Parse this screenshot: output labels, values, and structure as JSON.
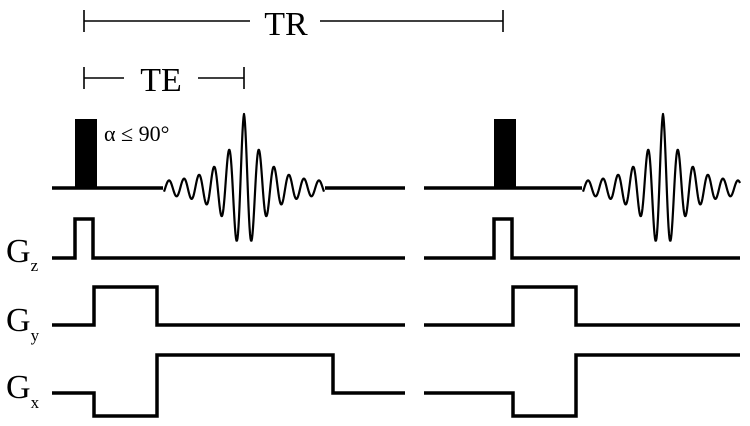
{
  "labels": {
    "tr": "TR",
    "te": "TE",
    "flip_angle": "α ≤ 90°",
    "gz": {
      "main": "G",
      "sub": "z"
    },
    "gy": {
      "main": "G",
      "sub": "y"
    },
    "gx": {
      "main": "G",
      "sub": "x"
    }
  }
}
